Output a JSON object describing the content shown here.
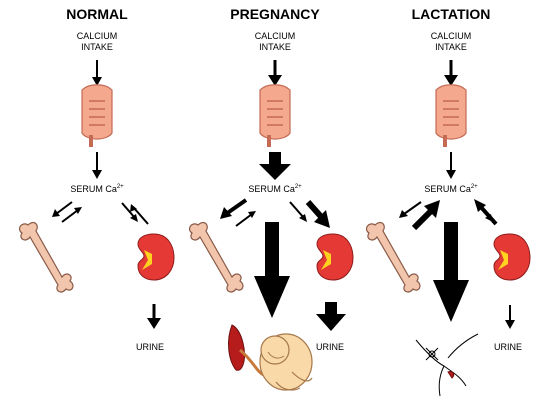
{
  "columns": [
    {
      "title": "NORMAL",
      "intake_line1": "CALCIUM",
      "intake_line2": "INTAKE",
      "serum_label": "SERUM Ca",
      "serum_sup": "2+",
      "urine_label": "URINE"
    },
    {
      "title": "PREGNANCY",
      "intake_line1": "CALCIUM",
      "intake_line2": "INTAKE",
      "serum_label": "SERUM Ca",
      "serum_sup": "2+",
      "urine_label": "URINE"
    },
    {
      "title": "LACTATION",
      "intake_line1": "CALCIUM",
      "intake_line2": "INTAKE",
      "serum_label": "SERUM Ca",
      "serum_sup": "2+",
      "urine_label": "URINE"
    }
  ],
  "colors": {
    "intestine": "#f4a98f",
    "intestine_stroke": "#c46a55",
    "bone": "#f2c6ad",
    "bone_stroke": "#8a5a48",
    "kidney": "#e53935",
    "kidney_hilum": "#ffd21f",
    "fetus": "#f9d9a8",
    "placenta": "#b71c1c",
    "arrow": "#000000"
  },
  "icons": [
    "intestine-icon",
    "bone-icon",
    "kidney-icon",
    "fetus-icon",
    "breast-icon"
  ]
}
